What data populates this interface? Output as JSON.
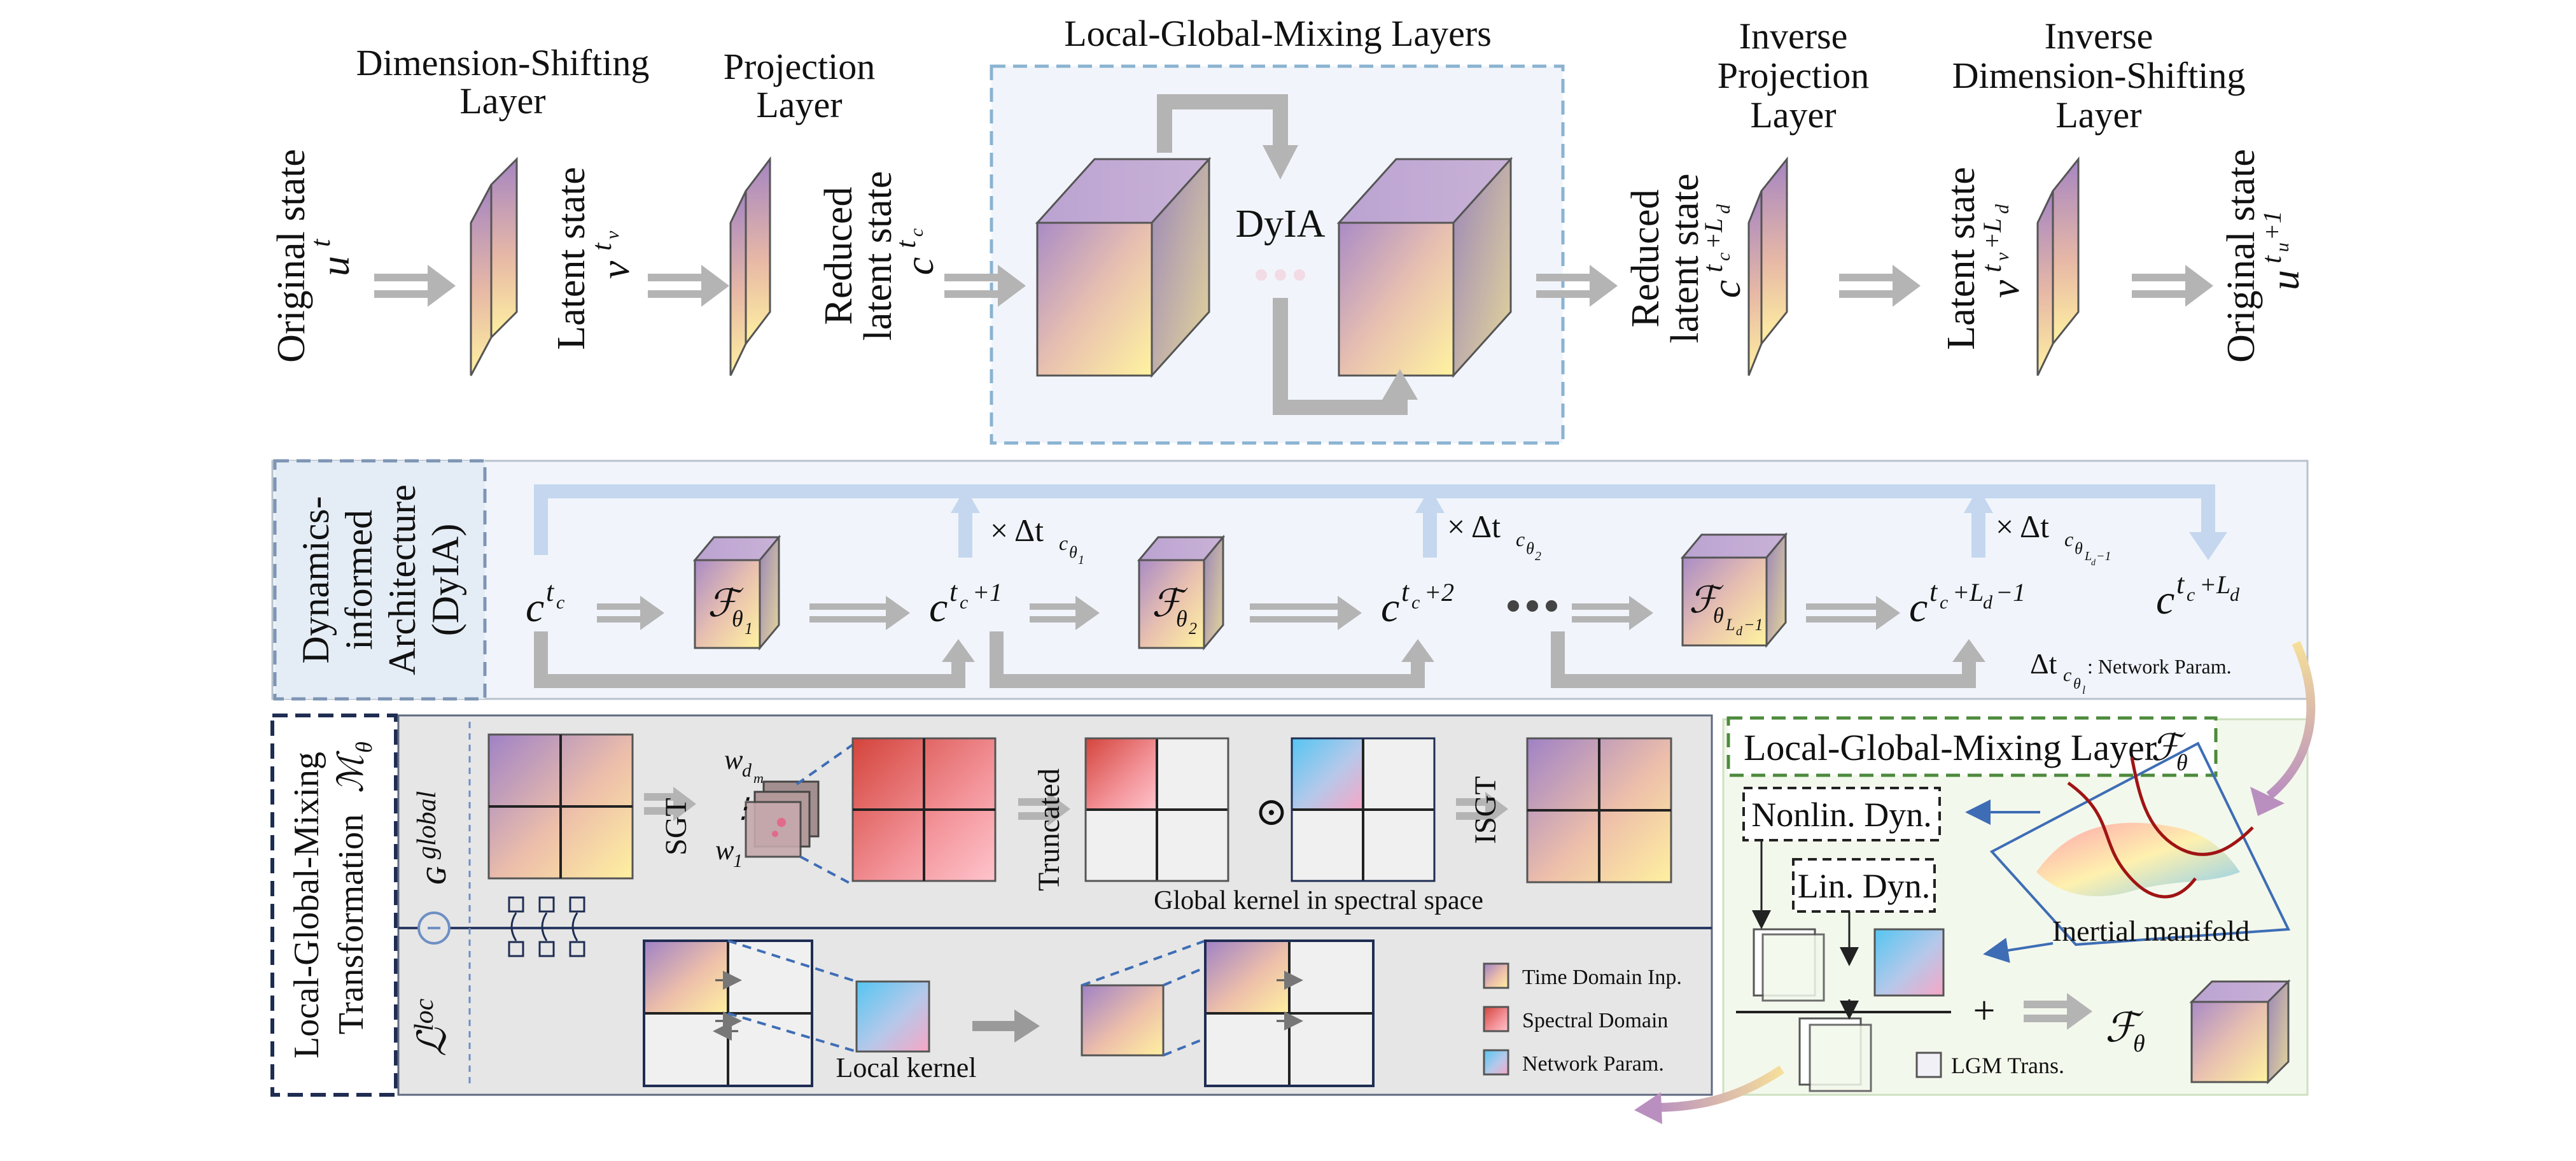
{
  "top": {
    "titles": {
      "dim_shift": [
        "Dimension-Shifting",
        "Layer"
      ],
      "projection": [
        "Projection",
        "Layer"
      ],
      "lgm_layers": "Local-Global-Mixing Layers",
      "inv_projection": [
        "Inverse",
        "Projection",
        "Layer"
      ],
      "inv_dim_shift": [
        "Inverse",
        "Dimension-Shifting",
        "Layer"
      ]
    },
    "states": {
      "original_in": {
        "name": "Original state",
        "sym": "u",
        "sup": "t"
      },
      "latent_in": {
        "name": "Latent state",
        "sym": "v",
        "sup": "t",
        "supsub": "v"
      },
      "reduced_in": {
        "name1": "Reduced",
        "name2": "latent state",
        "sym": "c",
        "sup": "t",
        "supsub": "c"
      },
      "reduced_out": {
        "name1": "Reduced",
        "name2": "latent state",
        "sym": "c",
        "sup": "t",
        "supsub": "c",
        "supextra": "+L",
        "supextrasub": "d"
      },
      "latent_out": {
        "name": "Latent state",
        "sym": "v",
        "sup": "t",
        "supsub": "v",
        "supextra": "+L",
        "supextrasub": "d"
      },
      "original_out": {
        "name": "Original state",
        "sym": "u",
        "sup": "t",
        "supsub": "u",
        "supextra": "+1"
      }
    },
    "dyia": "DyIA"
  },
  "middle": {
    "side_label": [
      "Dynamics-",
      "informed",
      "Architecture",
      "(DyIA)"
    ],
    "nodes": [
      "c",
      "c",
      "c",
      "c",
      "c"
    ],
    "node_sups": [
      "t",
      "t",
      "t",
      "t",
      "t"
    ],
    "node_supsubs": [
      "c",
      "c",
      "c",
      "c",
      "c"
    ],
    "node_extras": [
      "",
      "+1",
      "+2",
      "+L",
      "+L"
    ],
    "node_extrasubs": [
      "",
      "",
      "",
      "d",
      "d"
    ],
    "node_tail": [
      "",
      "",
      "",
      "−1",
      ""
    ],
    "operators": [
      "ℱ",
      "ℱ",
      "ℱ"
    ],
    "op_subs": [
      "θ",
      "θ",
      "θ"
    ],
    "op_subsubs": [
      "1",
      "2",
      "L"
    ],
    "op_subsubsubs": [
      "",
      "",
      "d"
    ],
    "op_tail": [
      "",
      "",
      "−1"
    ],
    "dt_prefix": "× Δt",
    "dt_sub": "c",
    "dt_subsub": "θ",
    "dt_idx": [
      "1",
      "2",
      "L"
    ],
    "dt_idxsub": [
      "",
      "",
      "d"
    ],
    "dt_idxtail": [
      "",
      "",
      "−1"
    ],
    "legend_dt": "Δt",
    "legend_sub": "c",
    "legend_subsub": "θ",
    "legend_idx": "l",
    "legend_text": ": Network Param."
  },
  "bottom": {
    "side_label": [
      "Local-Global-Mixing",
      "Transformation"
    ],
    "side_sym": "ℳ",
    "side_sub": "θ",
    "global_sym": "ɢ",
    "global_sup": "global",
    "loc_sym": "ℒ",
    "loc_sup": "loc",
    "odot": "⊙",
    "sgt": "SGT",
    "w_top": "w",
    "w_top_sub": "d",
    "w_top_subsub": "m",
    "w_bottom": "w",
    "w_bottom_sub": "1",
    "dots": "⋮",
    "truncated": "Truncated",
    "isgt": "ISGT",
    "global_kernel": "Global kernel in spectral space",
    "local_kernel": "Local kernel",
    "legend": [
      "Time Domain Inp.",
      "Spectral Domain",
      "Network Param."
    ]
  },
  "lgm_layer": {
    "title": "Local-Global-Mixing Layer",
    "title_sym": "ℱ",
    "title_sub": "θ",
    "nonlin": "Nonlin. Dyn.",
    "lin": "Lin. Dyn.",
    "manifold": "Inertial manifold",
    "plus": "+",
    "out_sym": "ℱ",
    "out_sub": "θ",
    "lgm_trans": "LGM Trans."
  },
  "colors": {
    "arrow": "#b4b4b4",
    "panel_blue": "#f1f5fb",
    "panel_grey": "#e6e6e6",
    "panel_green": "#f3f8ec",
    "dashed_blue": "#8ab3d1",
    "dashed_green": "#4d8a3c",
    "dashed_navy": "#1f2d52",
    "light_blue_arrow": "#c4d7ee",
    "kernel_line": "#3e6db5"
  }
}
